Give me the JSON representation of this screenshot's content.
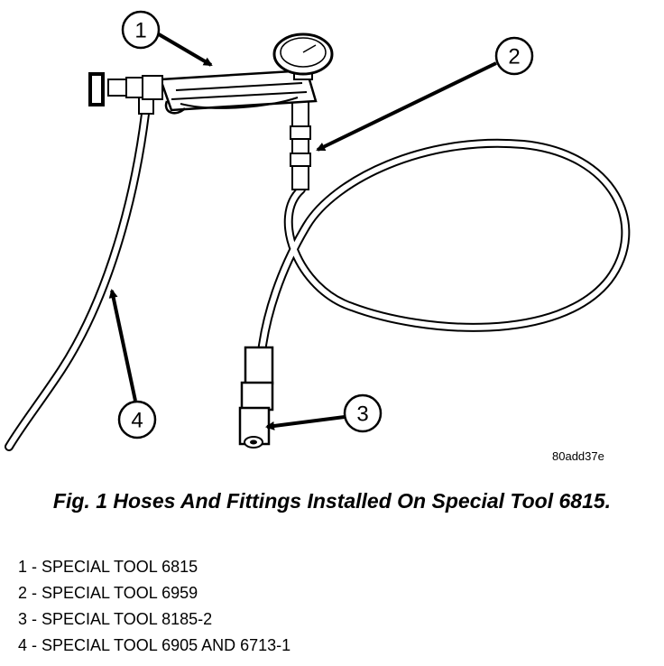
{
  "callouts": {
    "c1": "1",
    "c2": "2",
    "c3": "3",
    "c4": "4"
  },
  "figure_code": "80add37e",
  "caption": "Fig. 1 Hoses And Fittings Installed On Special Tool 6815.",
  "legend": [
    "1 - SPECIAL TOOL 6815",
    "2 - SPECIAL TOOL 6959",
    "3 - SPECIAL TOOL 8185-2",
    "4 - SPECIAL TOOL 6905 AND 6713-1"
  ]
}
